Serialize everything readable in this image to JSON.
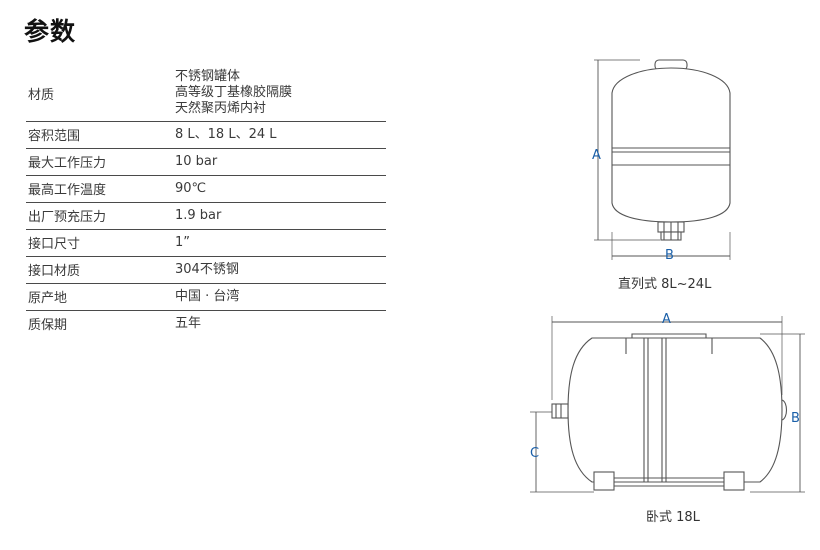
{
  "page": {
    "title": "参数"
  },
  "specs": {
    "rows": [
      {
        "label": "材质",
        "lines": [
          "不锈钢罐体",
          "高等级丁基橡胶隔膜",
          "天然聚丙烯内衬"
        ]
      },
      {
        "label": "容积范围",
        "lines": [
          "8 L、18 L、24 L"
        ]
      },
      {
        "label": "最大工作压力",
        "lines": [
          "10 bar"
        ]
      },
      {
        "label": "最高工作温度",
        "lines": [
          "90℃"
        ]
      },
      {
        "label": "出厂预充压力",
        "lines": [
          "1.9 bar"
        ]
      },
      {
        "label": "接口尺寸",
        "lines": [
          "1”"
        ]
      },
      {
        "label": "接口材质",
        "lines": [
          "304不锈钢"
        ]
      },
      {
        "label": "原产地",
        "lines": [
          "中国 · 台湾"
        ]
      },
      {
        "label": "质保期",
        "lines": [
          "五年"
        ]
      }
    ]
  },
  "diagrams": {
    "vertical": {
      "caption": "直列式 8L~24L",
      "dim_a": "A",
      "dim_b": "B"
    },
    "horizontal": {
      "caption": "卧式 18L",
      "dim_a": "A",
      "dim_b": "B",
      "dim_c": "C"
    }
  },
  "colors": {
    "dimension_label": "#1a5fa8",
    "line": "#555555"
  }
}
